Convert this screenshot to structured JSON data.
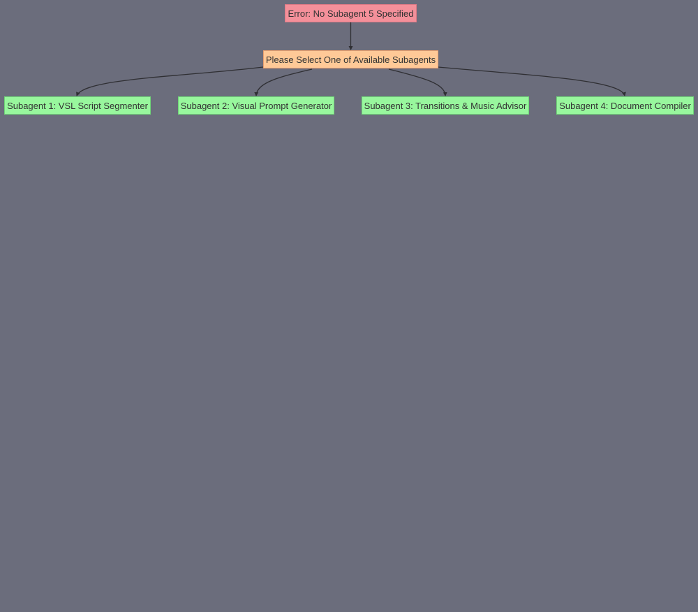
{
  "colors": {
    "background": "#6b6d7c",
    "error_fill": "#f4909a",
    "error_border": "#e07a86",
    "prompt_fill": "#ffc997",
    "prompt_border": "#e8a070",
    "subagent_fill": "#98f79d",
    "subagent_border": "#6fd678",
    "edge": "#2f2f33",
    "text": "#333333"
  },
  "nodes": {
    "error": {
      "label": "Error: No Subagent 5 Specified"
    },
    "select": {
      "label": "Please Select One of Available Subagents"
    },
    "subagents": [
      {
        "label": "Subagent 1: VSL Script Segmenter"
      },
      {
        "label": "Subagent 2: Visual Prompt Generator"
      },
      {
        "label": "Subagent 3: Transitions & Music Advisor"
      },
      {
        "label": "Subagent 4: Document Compiler"
      }
    ]
  },
  "edges": [
    {
      "from": "error",
      "to": "select"
    },
    {
      "from": "select",
      "to": "subagent-1"
    },
    {
      "from": "select",
      "to": "subagent-2"
    },
    {
      "from": "select",
      "to": "subagent-3"
    },
    {
      "from": "select",
      "to": "subagent-4"
    }
  ]
}
